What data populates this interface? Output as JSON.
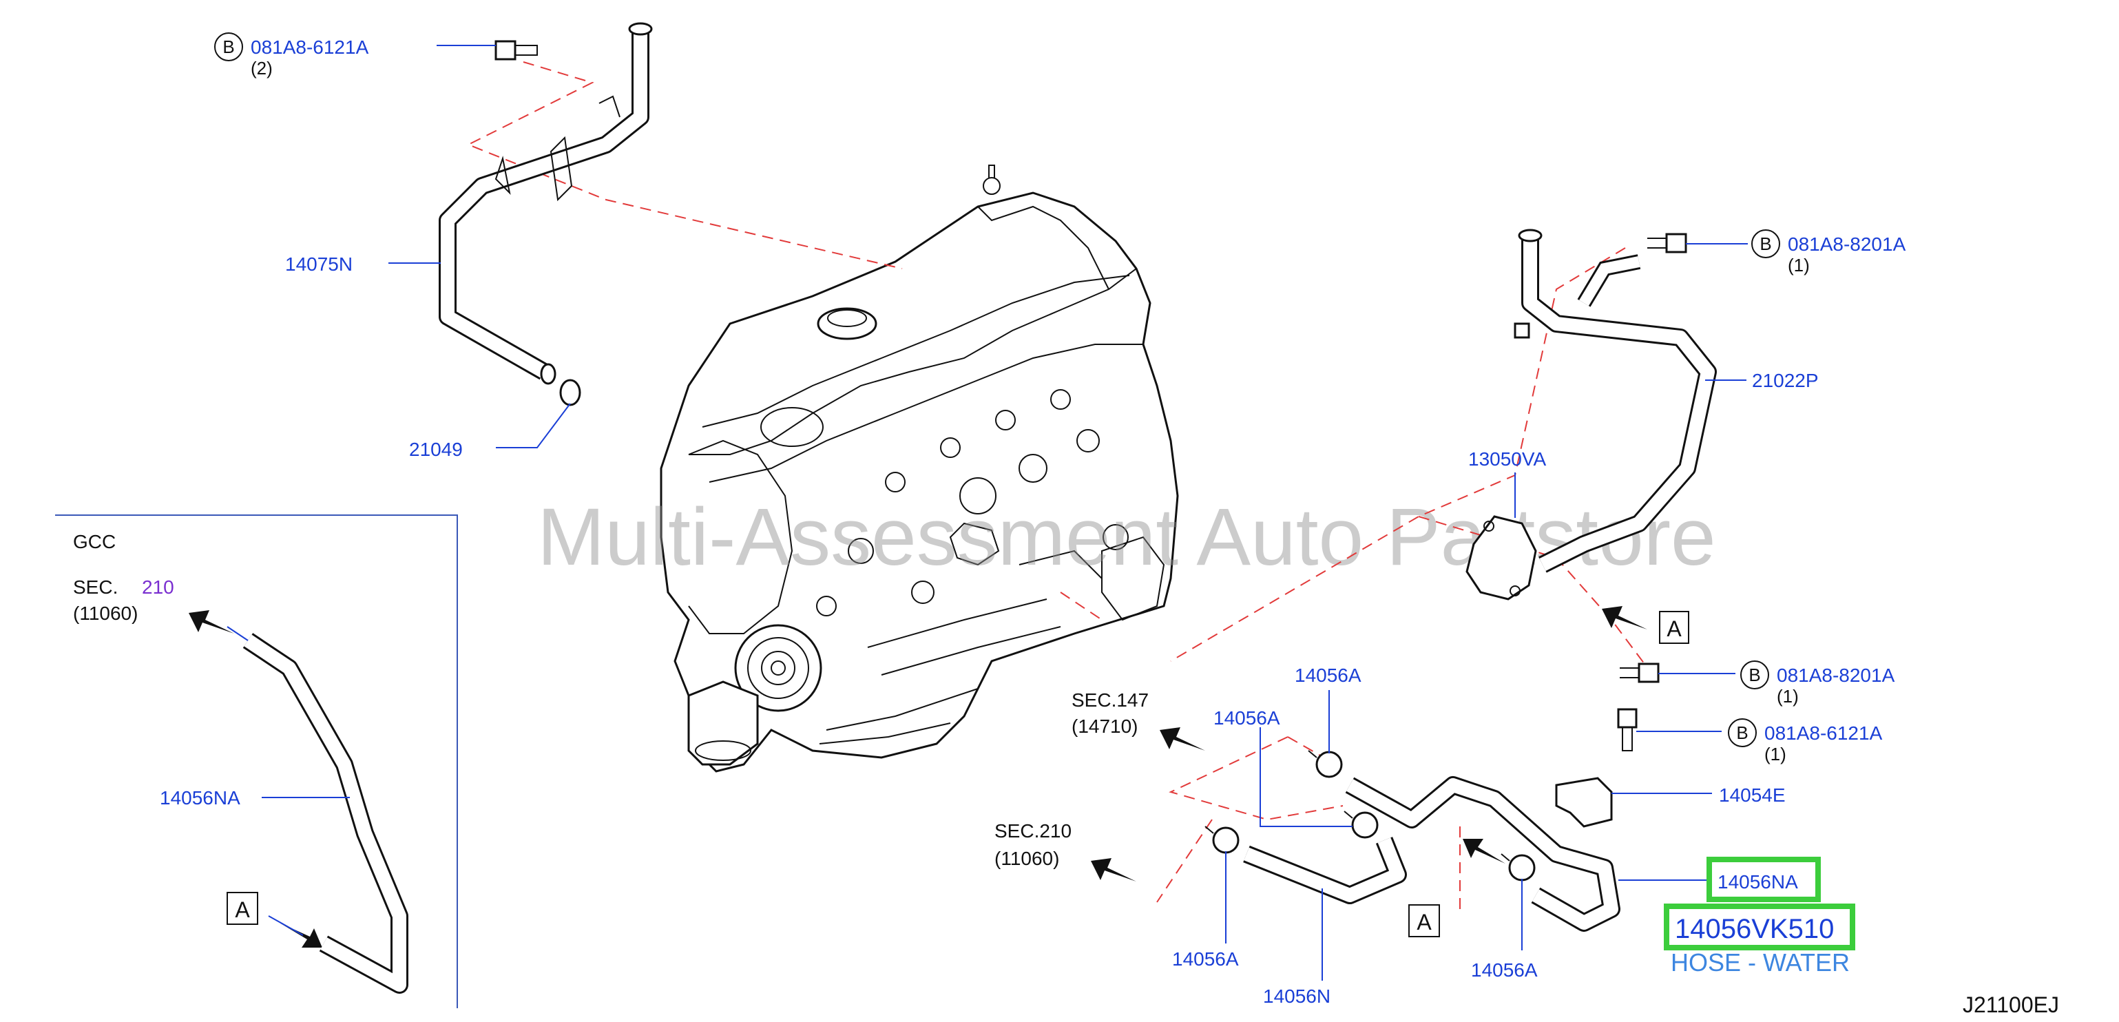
{
  "labels": {
    "bolt_top_left": {
      "code": "081A8-6121A",
      "qty": "(2)",
      "badge": "B"
    },
    "p14075N": "14075N",
    "p21049": "21049",
    "bolt_top_right": {
      "code": "081A8-8201A",
      "qty": "(1)",
      "badge": "B"
    },
    "p21022P": "21022P",
    "p13050VA": "13050VA",
    "bolt_mid_right": {
      "code": "081A8-8201A",
      "qty": "(1)",
      "badge": "B"
    },
    "bolt_low_right": {
      "code": "081A8-6121A",
      "qty": "(1)",
      "badge": "B"
    },
    "p14054E": "14054E",
    "p14056NA_right": "14056NA",
    "p14056A_top": "14056A",
    "p14056A_mid": "14056A",
    "p14056A_low_left": "14056A",
    "p14056A_low_right": "14056A",
    "p14056N": "14056N",
    "sec147": {
      "text": "SEC.147",
      "sub": "(14710)"
    },
    "sec210": {
      "text": "SEC.210",
      "sub": "(11060)"
    },
    "marker_a": "A"
  },
  "inset": {
    "title": "GCC",
    "sec_prefix": "SEC.",
    "sec_number": "210",
    "sec_sub": "(11060)",
    "part": "14056NA",
    "marker": "A"
  },
  "highlight": {
    "part_number": "14056VK510",
    "description": "HOSE - WATER"
  },
  "watermark": "Multi-Assessment Auto Partstore",
  "diagram_ref": "J21100EJ",
  "colors": {
    "part_label": "#1a3fd6",
    "leader": "#1a3fd6",
    "dash": "#e23a3a",
    "highlight": "#3ccd3c",
    "description": "#3d86e0",
    "section_number": "#7a2fd0"
  }
}
